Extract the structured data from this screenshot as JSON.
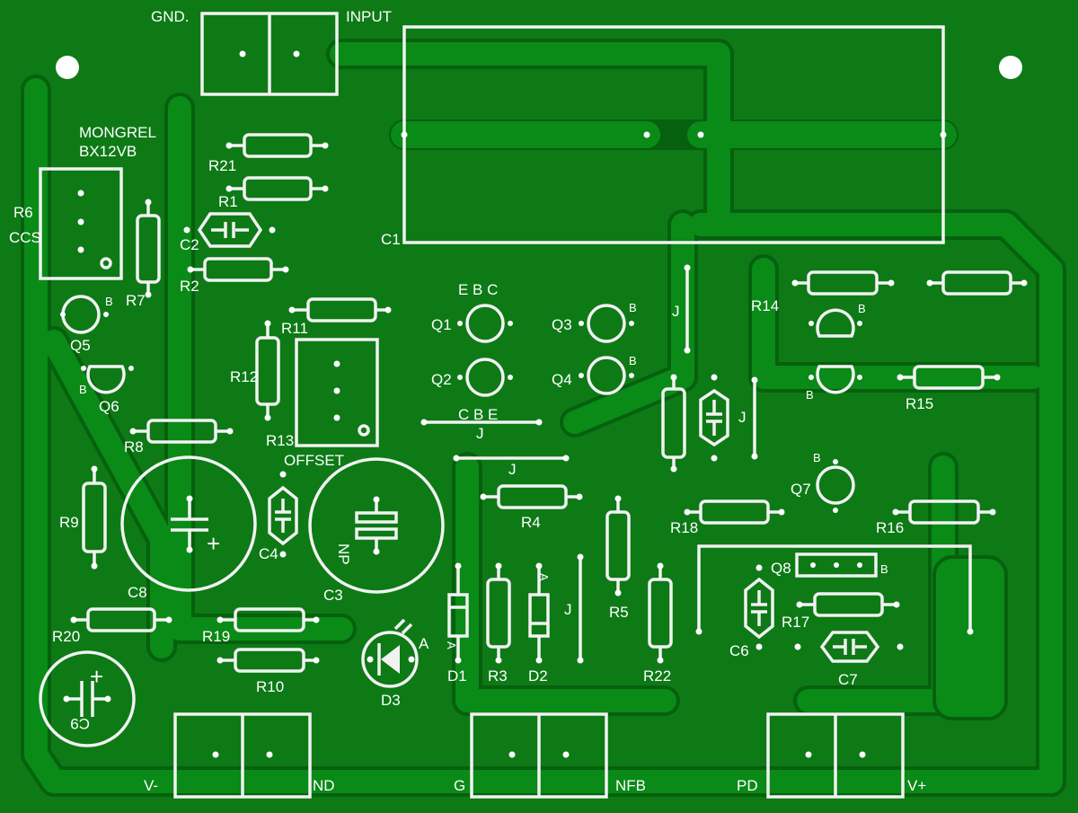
{
  "board": {
    "name": "MONGREL",
    "model": "BX12VB",
    "colors": {
      "substrate": "#0d7a16",
      "copper": "#0a8a17",
      "silkscreen": "#f2f2f2"
    }
  },
  "connectors": {
    "gnd_in": "GND.",
    "input": "INPUT",
    "v_minus": "V-",
    "gnd_power": "ND",
    "g": "G",
    "nfb": "NFB",
    "pd": "PD",
    "v_plus": "V+"
  },
  "labels": {
    "r1": "R1",
    "r2": "R2",
    "r3": "R3",
    "r4": "R4",
    "r5": "R5",
    "r6": "R6",
    "ccs": "CCS",
    "r7": "R7",
    "r8": "R8",
    "r9": "R9",
    "r10": "R10",
    "r11": "R11",
    "r12": "R12",
    "r13": "R13",
    "r14": "R14",
    "r15": "R15",
    "r16": "R16",
    "r17": "R17",
    "r18": "R18",
    "r19": "R19",
    "r20": "R20",
    "r21": "R21",
    "r22": "R22",
    "c1": "C1",
    "c2": "C2",
    "c3": "C3",
    "c4": "C4",
    "c6": "C6",
    "c7": "C7",
    "c8": "C8",
    "c9": "C9",
    "d1": "D1",
    "d2": "D2",
    "d3": "D3",
    "q1": "Q1",
    "q2": "Q2",
    "q3": "Q3",
    "q4": "Q4",
    "q5": "Q5",
    "q6": "Q6",
    "q7": "Q7",
    "q8": "Q8",
    "offset": "OFFSET",
    "np": "NP",
    "j": "J",
    "ebc": "E B C",
    "cbe": "C B E",
    "b": "B",
    "a": "A",
    "plus": "+"
  }
}
